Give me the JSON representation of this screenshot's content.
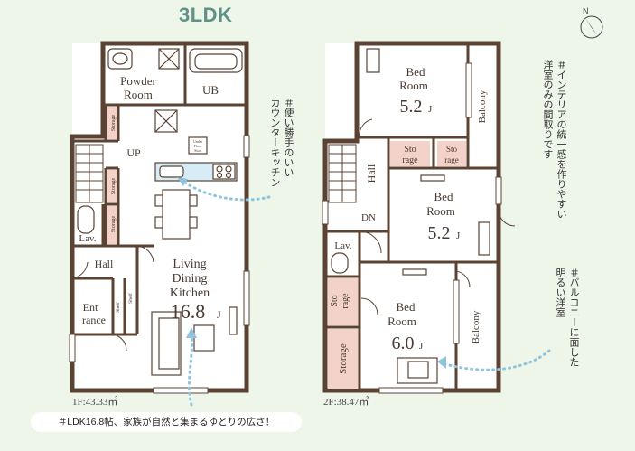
{
  "title": "3LDK",
  "floor1": {
    "area": "1F:43.33㎡",
    "rooms": {
      "powder_room": [
        "Powder",
        "Room"
      ],
      "ub": "UB",
      "storage_a": "Storage",
      "storage_b": "Storage",
      "storage_c": "Storage",
      "up": "UP",
      "lav": "Lav.",
      "hall": "Hall",
      "entrance": [
        "Ent",
        "rance"
      ],
      "shelf_a": "Shelf",
      "shelf_b": "Shelf",
      "under_floor": [
        "Under",
        "Floor",
        "Stor."
      ],
      "ldk": [
        "Living",
        "Dining",
        "Kitchen"
      ],
      "ldk_size": "16.8",
      "ldk_unit": "J"
    }
  },
  "floor2": {
    "area": "2F:38.47㎡",
    "rooms": {
      "bed1": [
        "Bed",
        "Room"
      ],
      "bed1_size": "5.2",
      "bed1_unit": "J",
      "balcony1": "Balcony",
      "storage_a": [
        "Sto",
        "rage"
      ],
      "storage_b": [
        "Sto",
        "rage"
      ],
      "hall": "Hall",
      "dn": "DN",
      "bed2": [
        "Bed",
        "Room"
      ],
      "bed2_size": "5.2",
      "bed2_unit": "J",
      "lav": "Lav.",
      "storage_c": [
        "Sto",
        "rage"
      ],
      "storage_d": "Storage",
      "bed3": [
        "Bed",
        "Room"
      ],
      "bed3_size": "6.0",
      "bed3_unit": "J",
      "balcony2": "Balcony"
    }
  },
  "notes": {
    "kitchen": "＃使い勝手のいい\nカウンターキッチン",
    "interior": "＃インテリアの統一感を作りやすい\n洋室のみの間取りです",
    "balcony": "＃バルコニーに面した\n明るい洋室",
    "ldk": "＃LDK16.8帖、家族が自然と集まるゆとりの広さ！"
  },
  "compass": "N",
  "colors": {
    "background": "#eef5e9",
    "wall": "#5b4334",
    "storage": "#f3d2c9",
    "title": "#5e9188",
    "pointer": "#8ec4dc"
  }
}
